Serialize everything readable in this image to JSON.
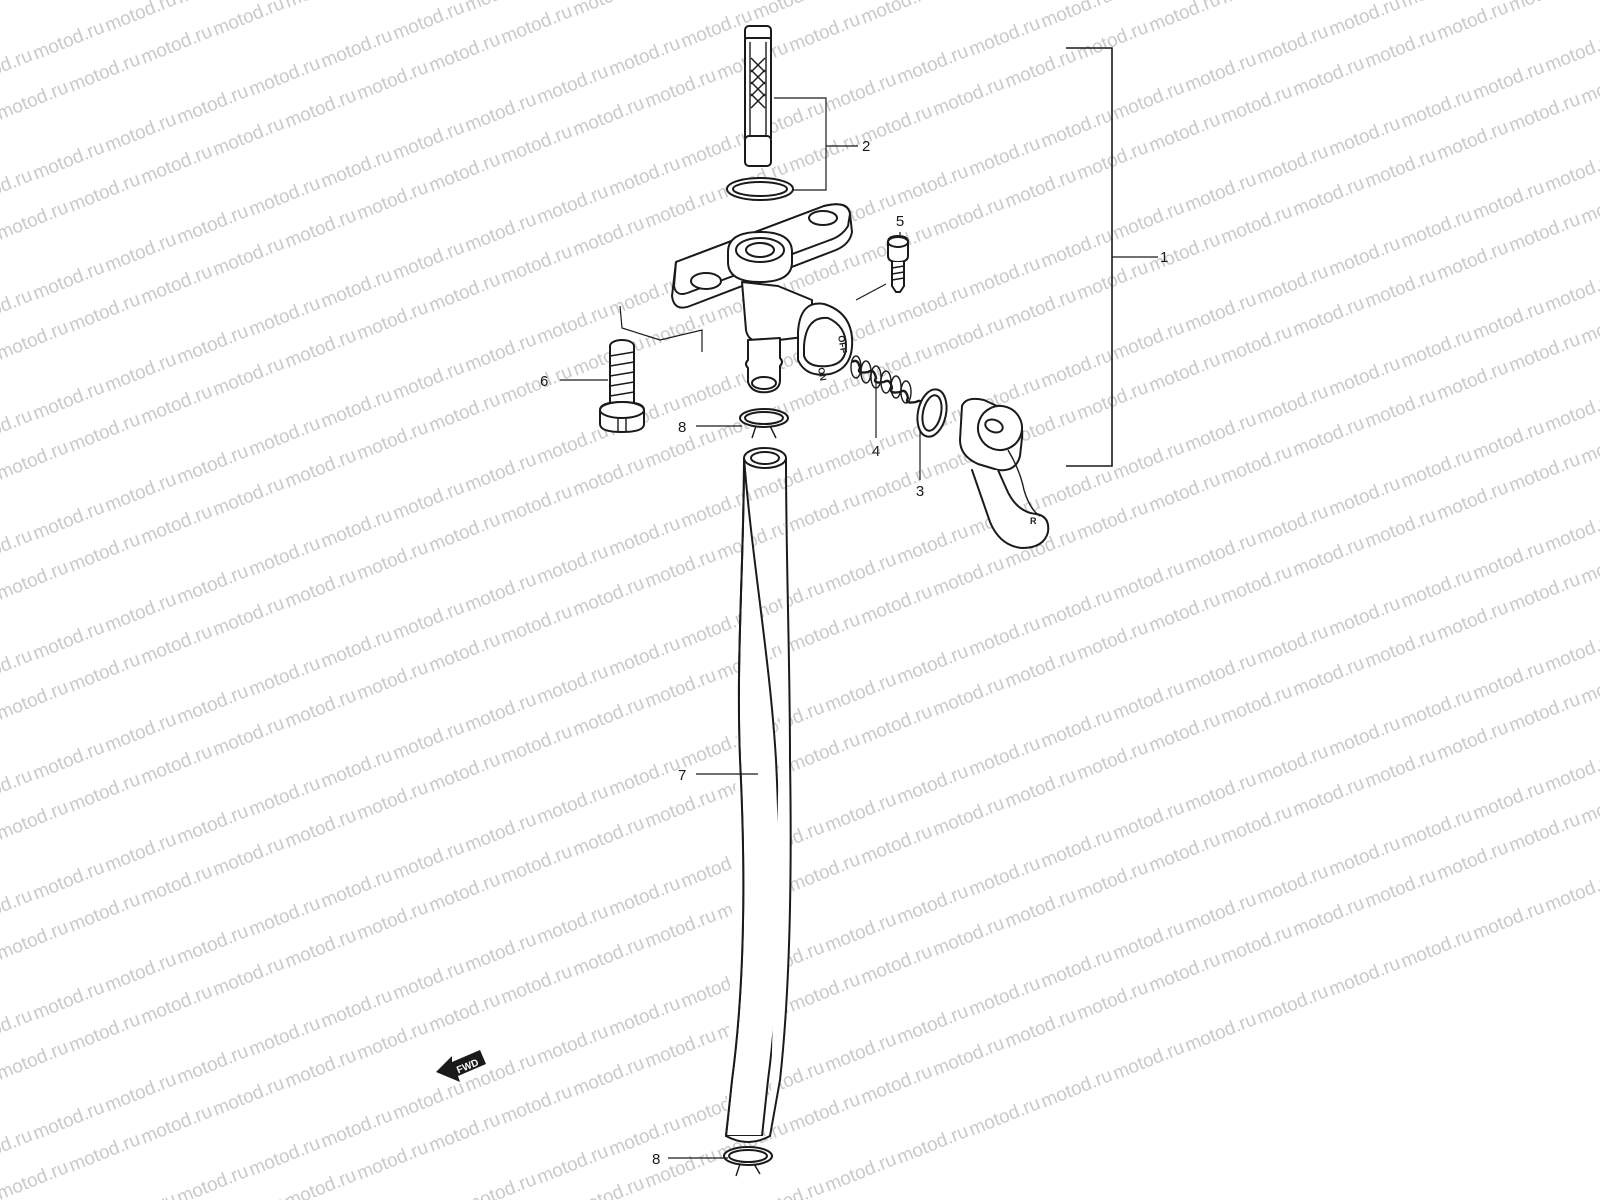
{
  "watermark": {
    "text": "motod.ru",
    "color": "#c9c9c9"
  },
  "callouts": {
    "c1": "1",
    "c2": "2",
    "c3": "3",
    "c4": "4",
    "c5": "5",
    "c6": "6",
    "c7": "7",
    "c8_top": "8",
    "c8_bottom": "8"
  },
  "markings": {
    "lever_on": "ON",
    "lever_off": "OFF",
    "handle_res": "R",
    "fwd_arrow": "FWD"
  }
}
